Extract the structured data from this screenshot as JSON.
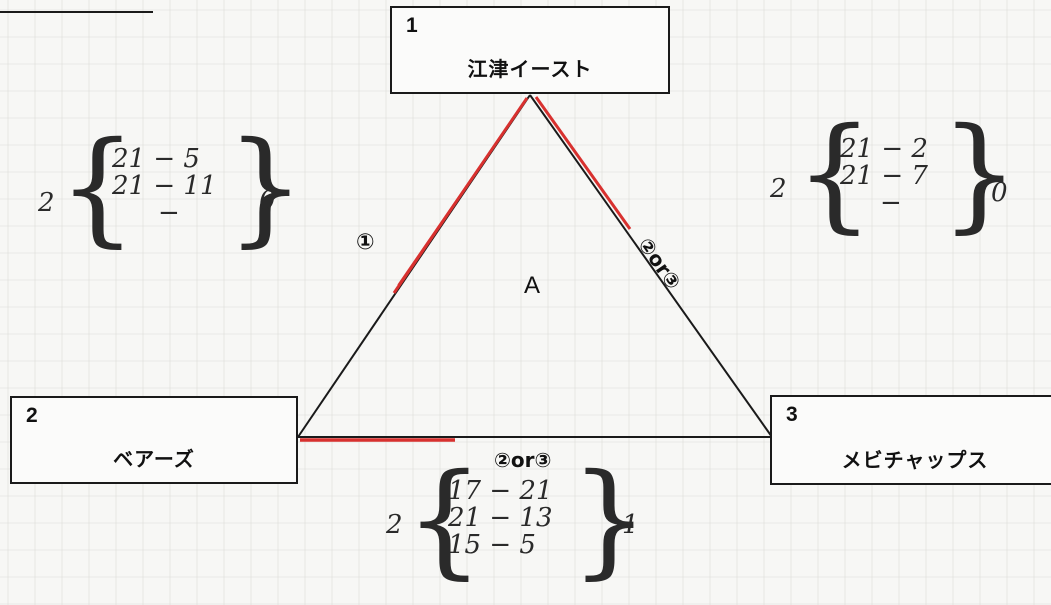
{
  "header_underline": true,
  "teams": [
    {
      "number": "1",
      "name": "江津イースト"
    },
    {
      "number": "2",
      "name": "ベアーズ"
    },
    {
      "number": "3",
      "name": "メビチャップス"
    }
  ],
  "pool_label": "A",
  "match_labels": {
    "left": "①",
    "right": "②or③",
    "bottom": "②or③"
  },
  "scores": {
    "left": {
      "sets": [
        "21 − 5",
        "21 − 11",
        "−"
      ],
      "won_left": "2",
      "won_right": "0"
    },
    "right": {
      "sets": [
        "21 − 2",
        "21 − 7",
        "−"
      ],
      "won_left": "2",
      "won_right": "0"
    },
    "bottom": {
      "sets": [
        "17 − 21",
        "21 − 13",
        "15 − 5"
      ],
      "won_left": "2",
      "won_right": "1"
    }
  },
  "colors": {
    "line": "#1a1a1a",
    "highlight": "#d8312f",
    "grid": "#dcdcd8"
  }
}
